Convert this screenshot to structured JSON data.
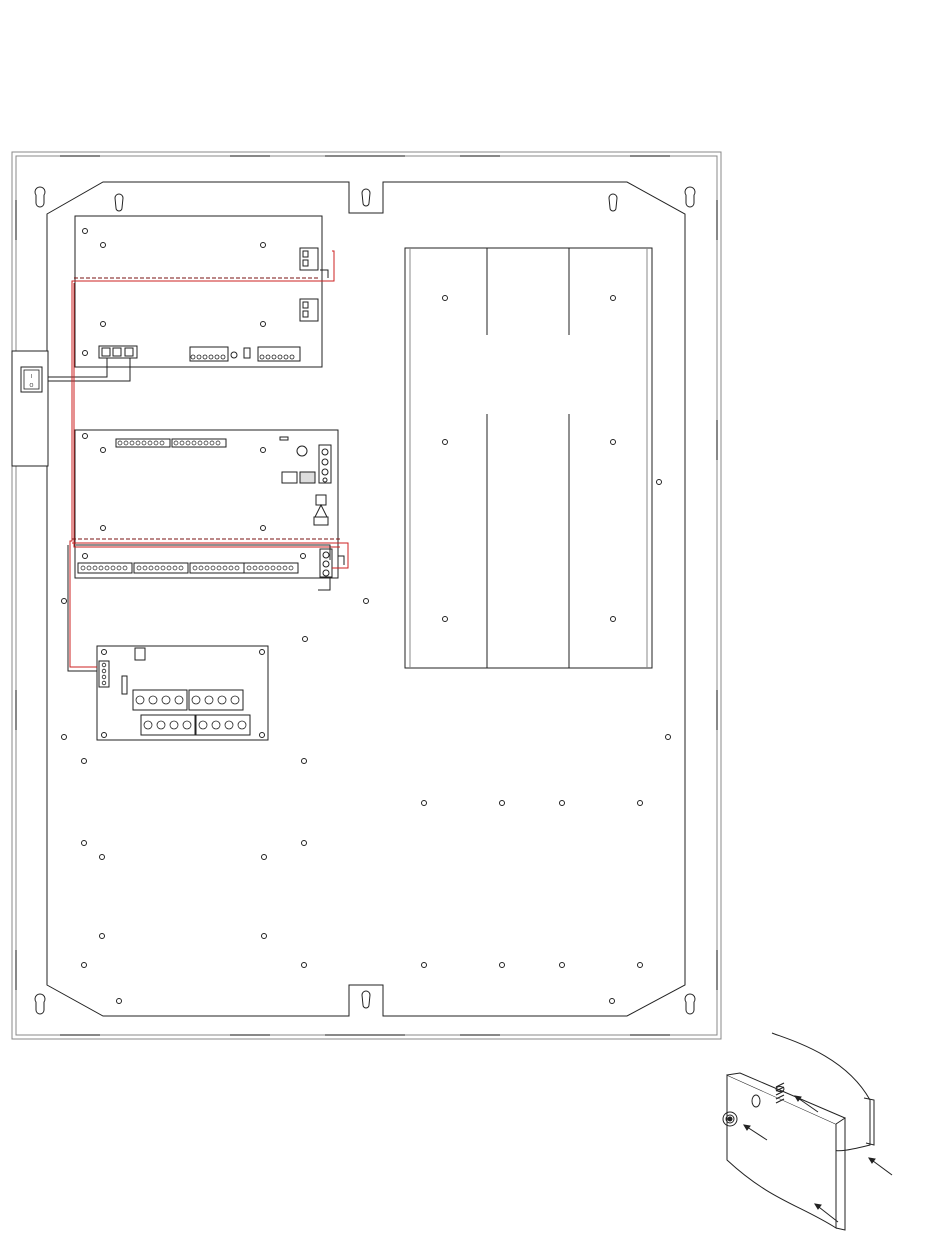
{
  "drawing": {
    "kind": "enclosure-backplane-layout",
    "colors": {
      "line": "#222222",
      "frame": "#888888",
      "red_wire": "#cc2222",
      "dashed_wire": "#7a1010",
      "background": "#ffffff"
    },
    "switch_labels": {
      "on": "I",
      "off": "O"
    },
    "components": [
      "enclosure-outer-frame",
      "backplane",
      "power-supply-board",
      "controller-board",
      "power-distribution-board",
      "battery-bracket",
      "power-switch",
      "hinge-detail"
    ]
  }
}
